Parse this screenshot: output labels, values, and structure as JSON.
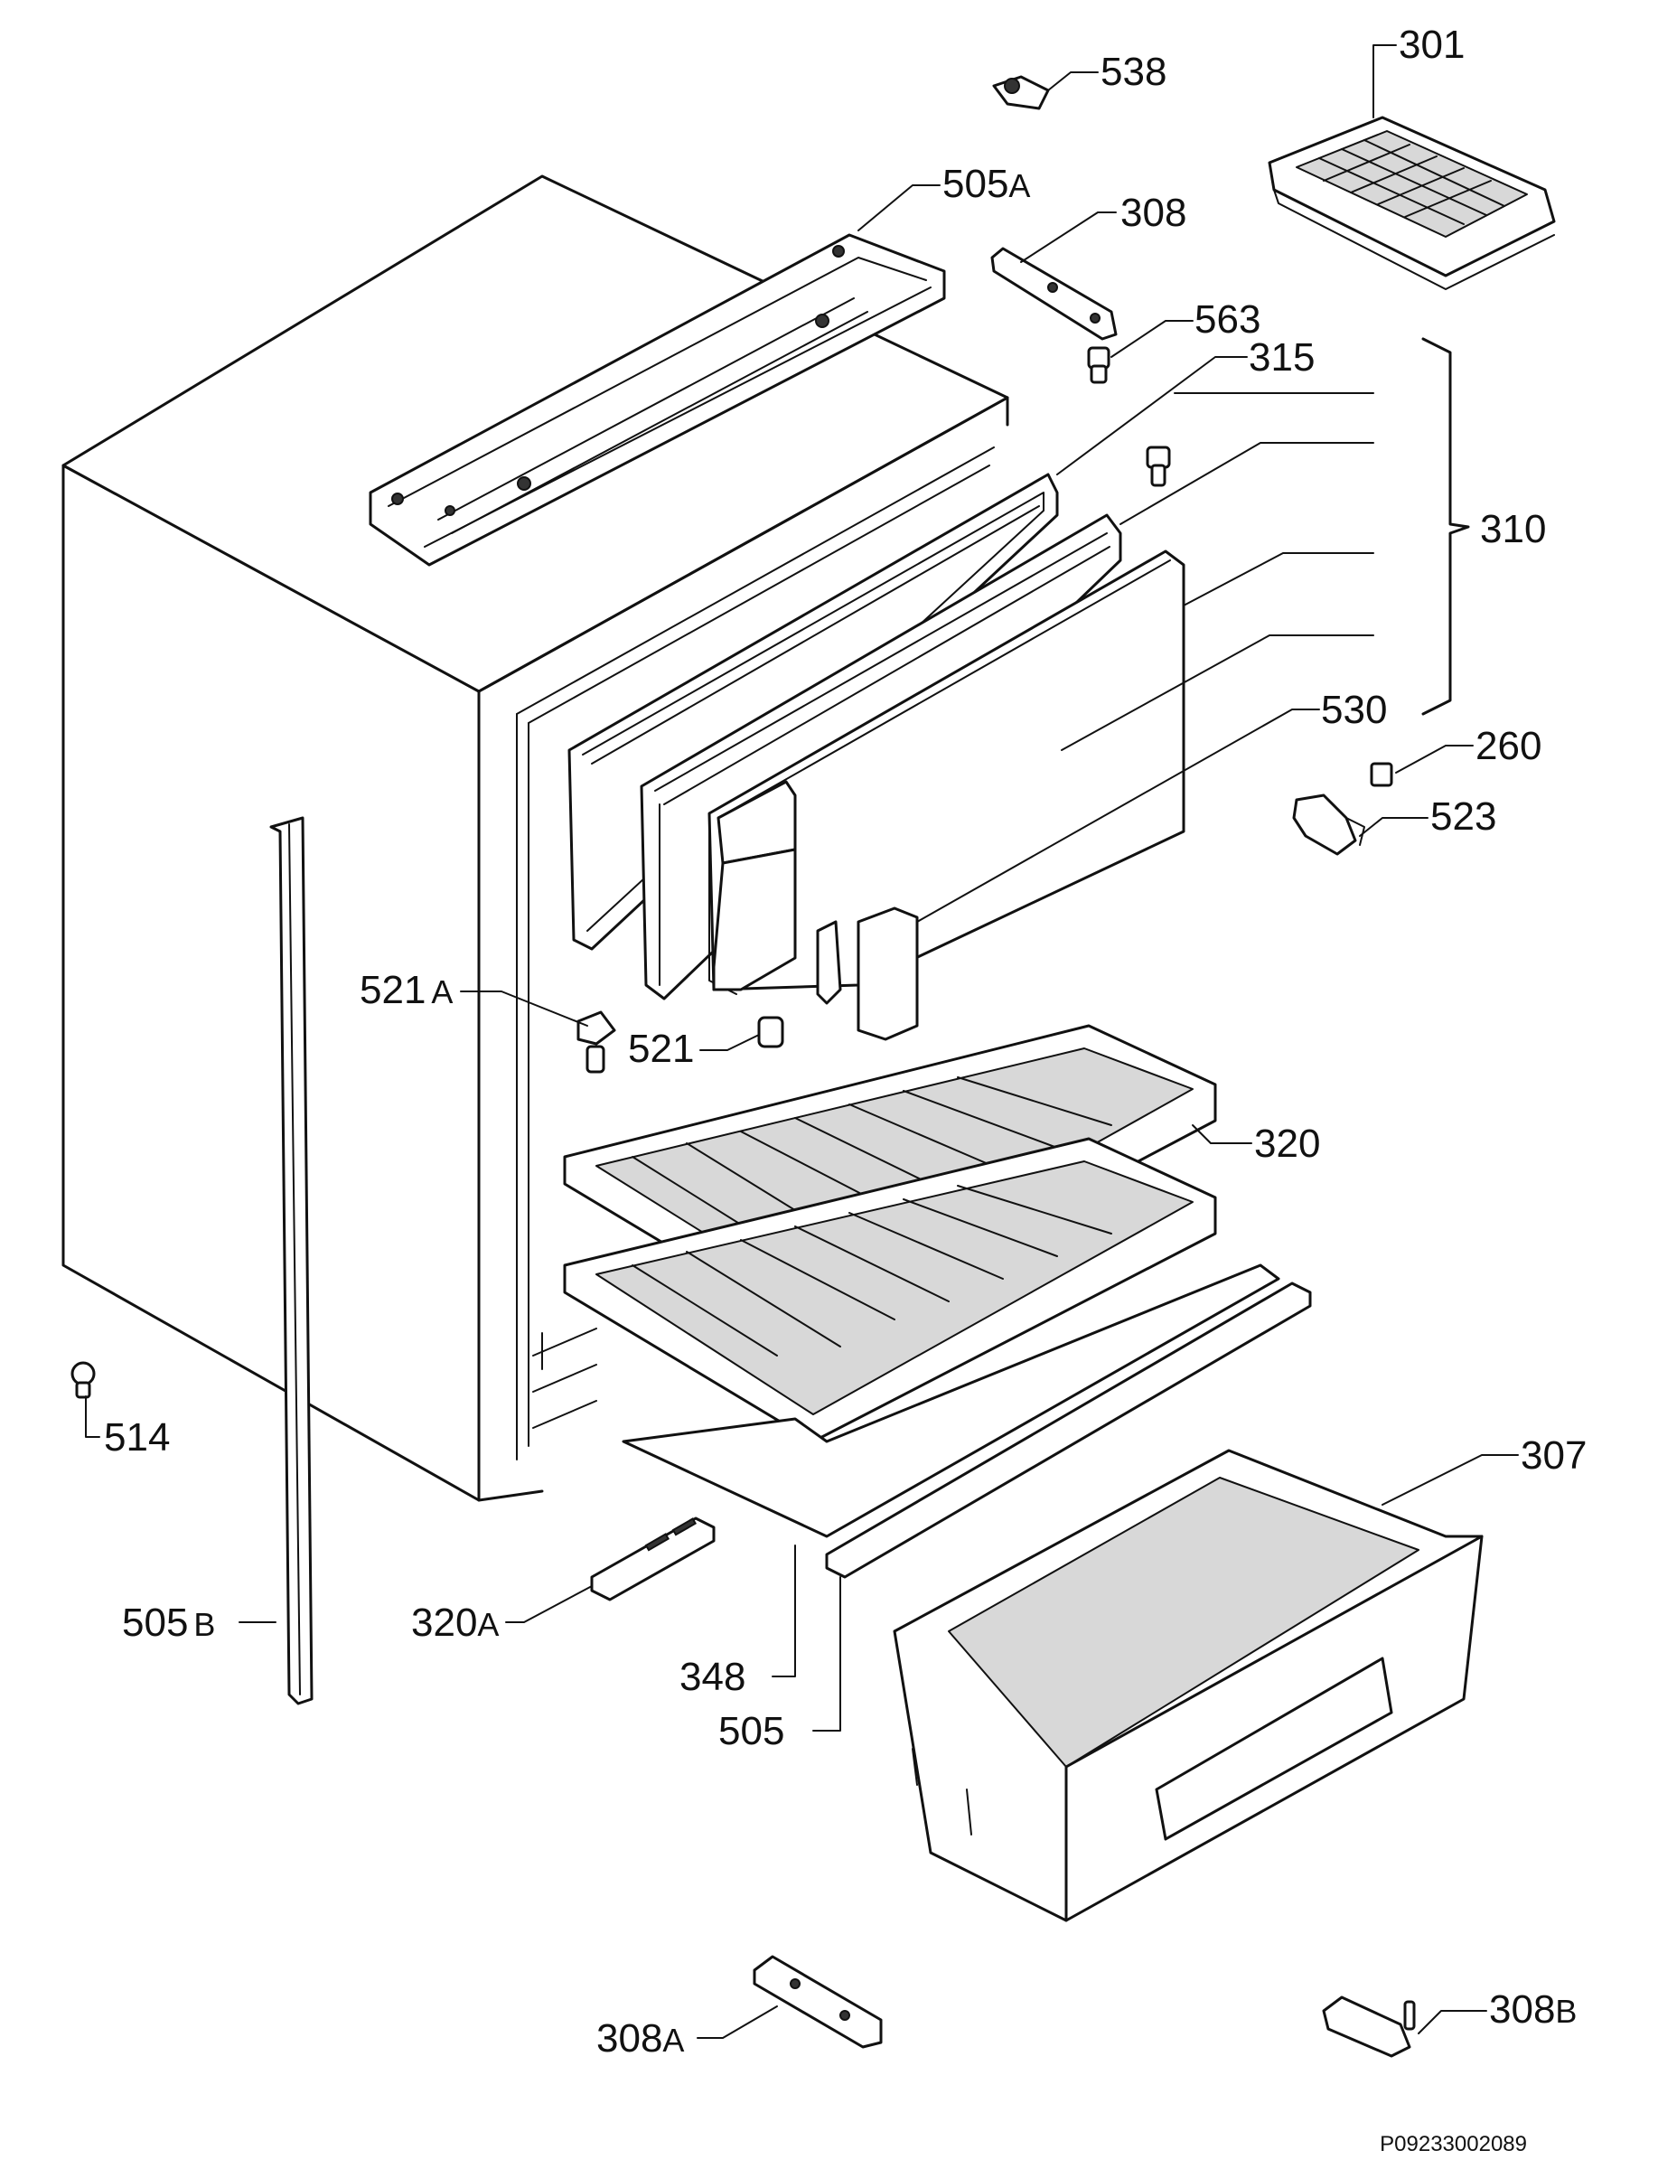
{
  "labels": {
    "p301": "301",
    "p538": "538",
    "p505a": "505",
    "p505a_suffix": "A",
    "p308": "308",
    "p563": "563",
    "p315": "315",
    "p310": "310",
    "p530": "530",
    "p260": "260",
    "p523": "523",
    "p521a": "521",
    "p521a_suffix": "A",
    "p521": "521",
    "p320": "320",
    "p514": "514",
    "p307": "307",
    "p320a": "320",
    "p320a_suffix": "A",
    "p505b": "505",
    "p505b_suffix": "B",
    "p348": "348",
    "p505": "505",
    "p308a": "308",
    "p308a_suffix": "A",
    "p308b": "308",
    "p308b_suffix": "B"
  },
  "drawing_code": "P09233002089"
}
